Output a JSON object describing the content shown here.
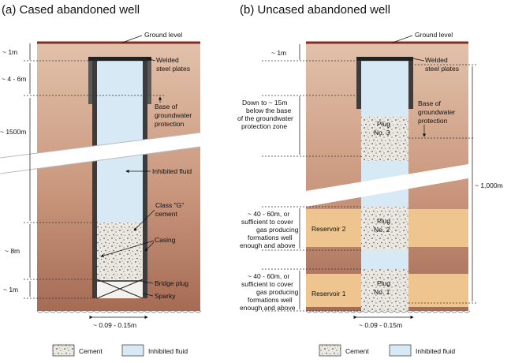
{
  "colors": {
    "ground_top": "#d8b39b",
    "ground_bottom": "#a9705a",
    "surface_line": "#8a2b20",
    "reservoir": "#eec58e",
    "fluid": "#d6e9f5",
    "cement": "#e9e6e0",
    "casing": "#3c3c3c"
  },
  "panel_a": {
    "title": "(a) Cased abandoned well",
    "labels": {
      "ground_level": "Ground level",
      "welded_plates": [
        "Welded",
        "steel plates"
      ],
      "base_gw": [
        "Base of",
        "groundwater",
        "protection"
      ],
      "inhibited_fluid": "Inhibited fluid",
      "class_g": [
        "Class \"G\"",
        "cement"
      ],
      "casing": "Casing",
      "bridge_plug": "Bridge plug",
      "sparky": "Sparky"
    },
    "dims": {
      "d1": "~ 1m",
      "d2": "~ 4 - 6m",
      "d3": "~ 1500m",
      "d4": "~ 8m",
      "d5": "~ 1m",
      "width": "~ 0.09 - 0.15m"
    }
  },
  "panel_b": {
    "title": "(b) Uncased abandoned well",
    "labels": {
      "ground_level": "Ground level",
      "welded_plates": [
        "Welded",
        "steel plates"
      ],
      "base_gw": [
        "Base of",
        "groundwater",
        "protection"
      ],
      "plug3": [
        "Plug",
        "No. 3"
      ],
      "plug2": [
        "Plug",
        "No. 2"
      ],
      "plug1": [
        "Plug",
        "No. 1"
      ],
      "reservoir2": "Reservoir 2",
      "reservoir1": "Reservoir 1"
    },
    "dims": {
      "d1": "~ 1m",
      "down_to": [
        "Down to ~ 15m",
        "below the base",
        "of the groundwater",
        "protection zone"
      ],
      "right": "~ 1,000m",
      "res2": [
        "~ 40 - 60m, or",
        "sufficient to cover",
        "gas producing",
        "formations well",
        "enough and above"
      ],
      "res1": [
        "~ 40 - 60m, or",
        "sufficient to cover",
        "gas producing",
        "formations well",
        "enough and above"
      ],
      "width": "~ 0.09 - 0.15m"
    }
  },
  "legend": {
    "cement": "Cement",
    "inhibited_fluid": "Inhibited fluid"
  }
}
